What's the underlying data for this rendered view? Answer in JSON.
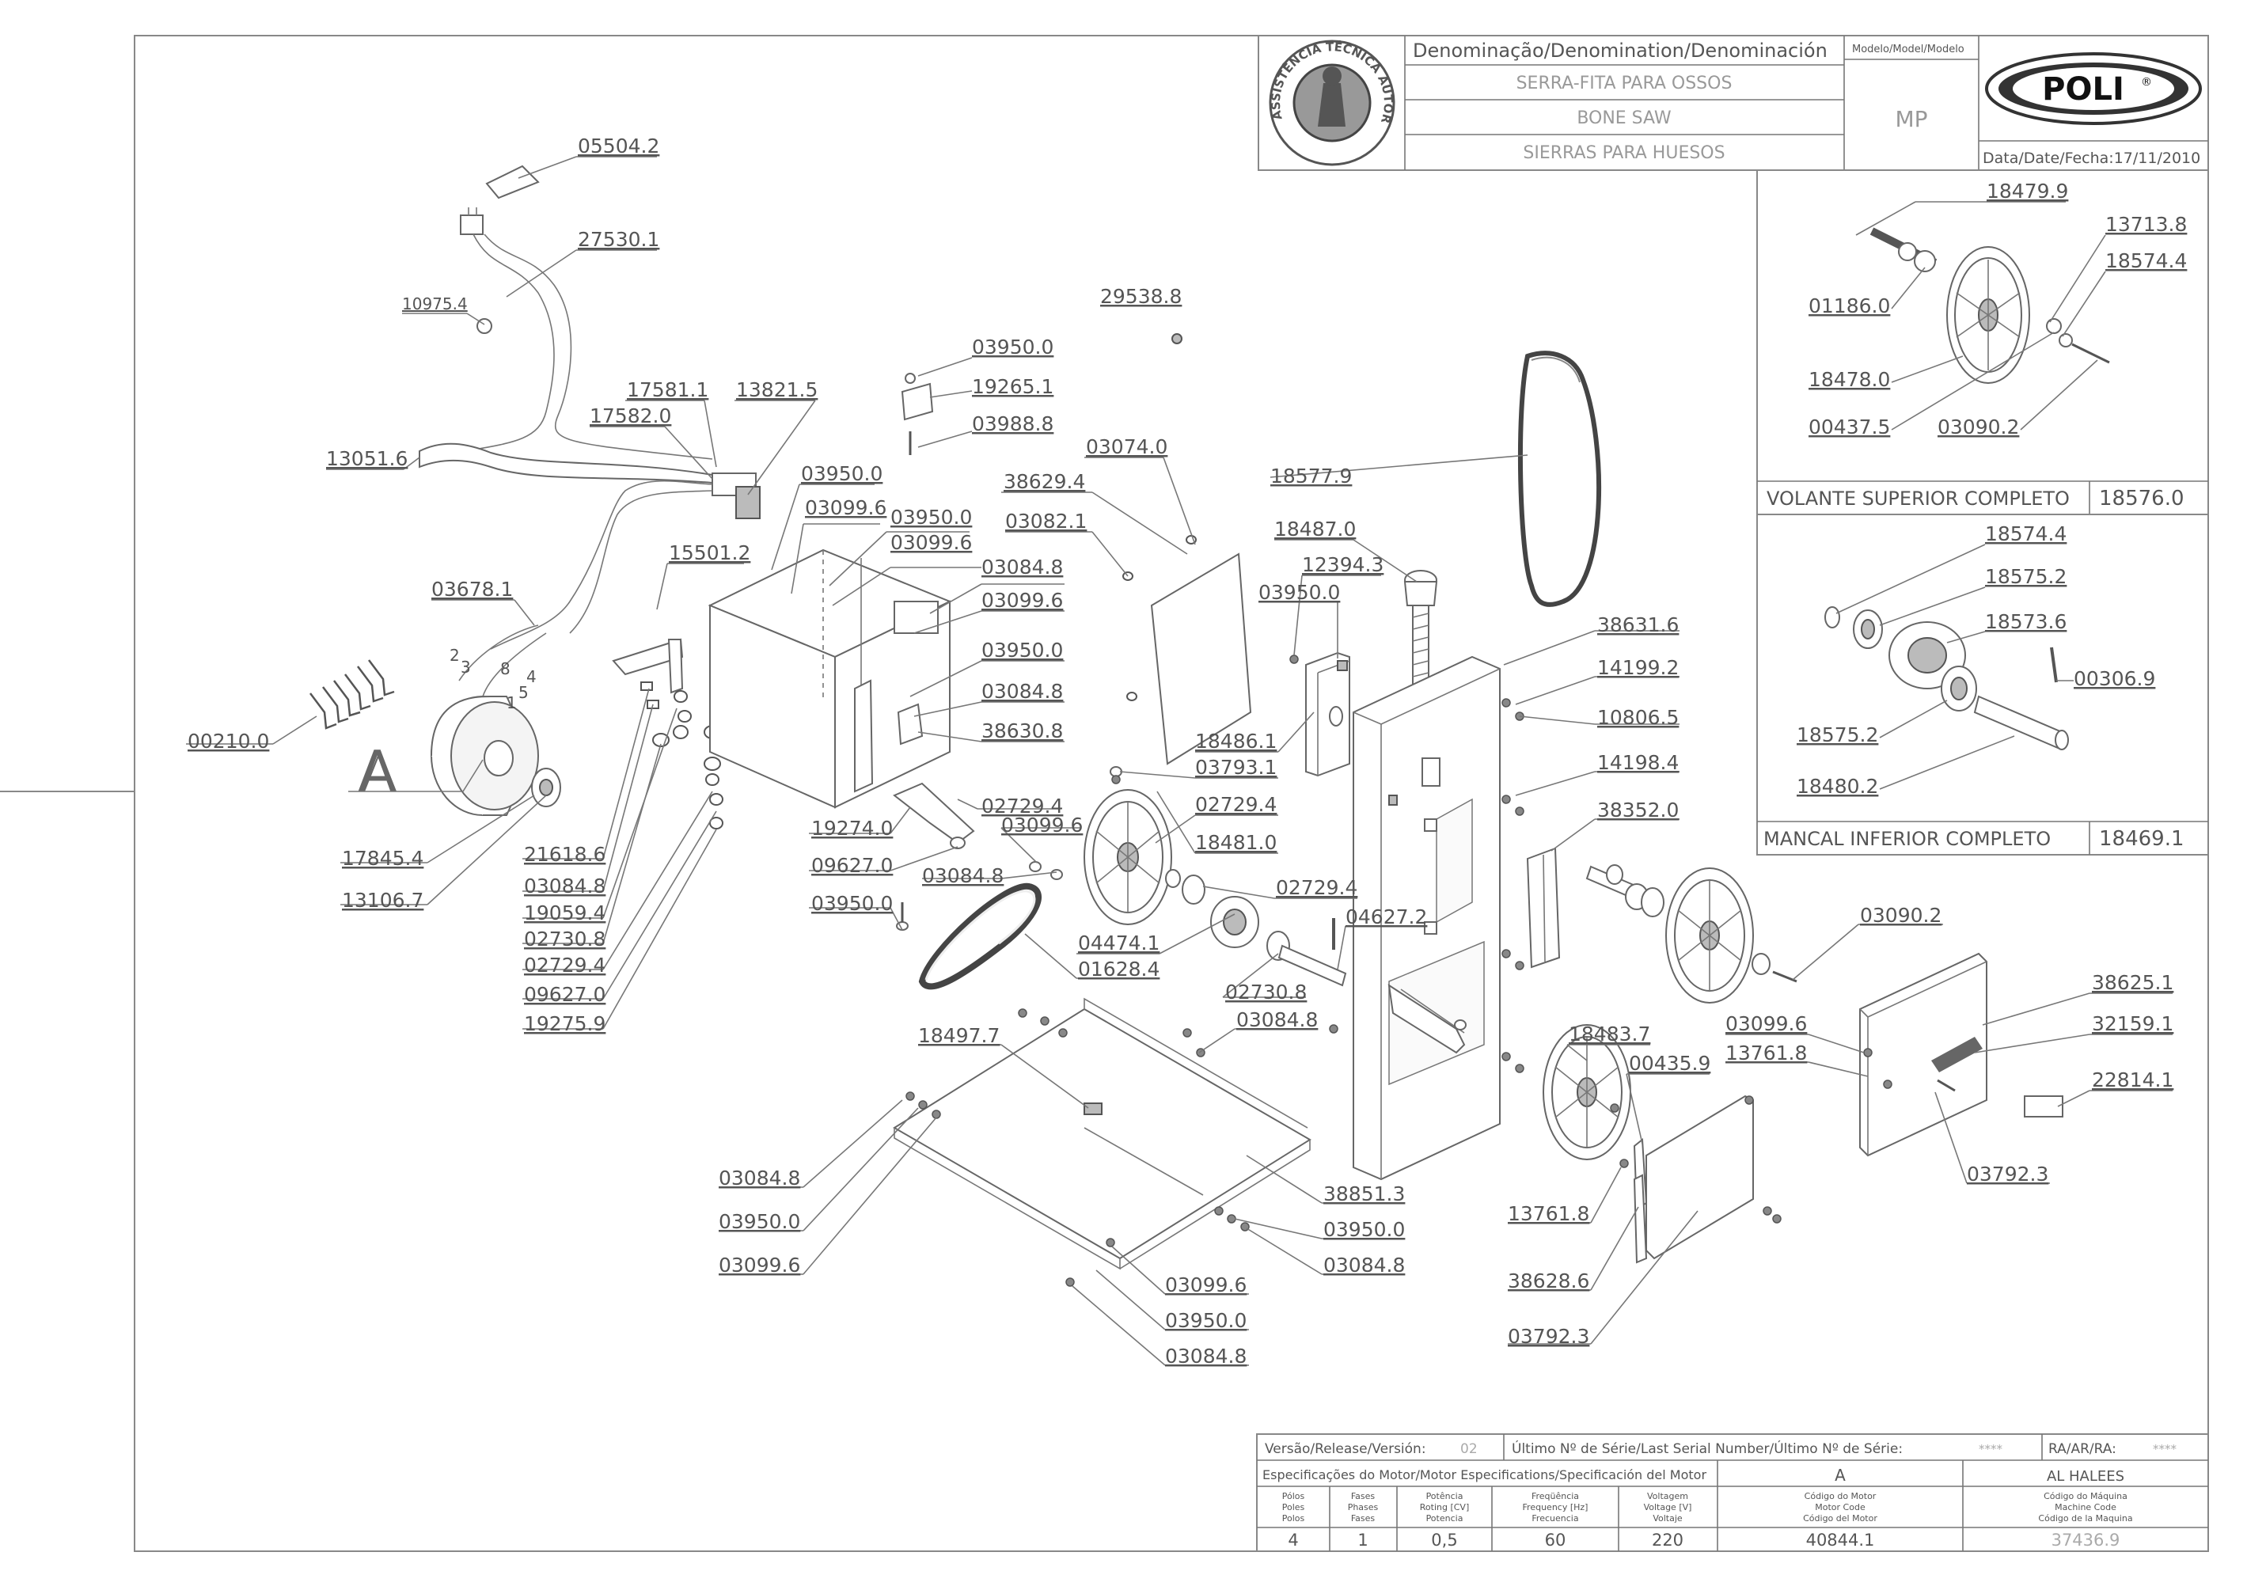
{
  "title_block": {
    "denomination_header": "Denominação/Denomination/Denominación",
    "names": [
      "SERRA-FITA PARA OSSOS",
      "BONE SAW",
      "SIERRAS PARA HUESOS"
    ],
    "model_header": "Modelo/Model/Modelo",
    "model": "MP",
    "brand": "POLI",
    "registered": "®",
    "date": "Data/Date/Fecha:17/11/2010",
    "seal_text": "ASSISTÊNCIA TÉCNICA AUTORIZADA"
  },
  "inset_upper": {
    "labels": [
      "18479.9",
      "13713.8",
      "18574.4",
      "01186.0",
      "18478.0",
      "00437.5",
      "03090.2"
    ],
    "caption": "VOLANTE SUPERIOR COMPLETO",
    "code": "18576.0"
  },
  "inset_lower": {
    "labels": [
      "18574.4",
      "18575.2",
      "18573.6",
      "00306.9",
      "18575.2",
      "18480.2"
    ],
    "caption": "MANCAL INFERIOR COMPLETO",
    "code": "18469.1"
  },
  "callouts": [
    "05504.2",
    "27530.1",
    "10975.4",
    "13051.6",
    "17581.1",
    "13821.5",
    "17582.0",
    "03950.0",
    "19265.1",
    "03988.8",
    "29538.8",
    "03074.0",
    "38629.4",
    "03082.1",
    "03950.0",
    "03099.6",
    "03950.0",
    "03099.6",
    "03084.8",
    "03099.6",
    "03950.0",
    "03084.8",
    "38630.8",
    "15501.2",
    "03678.1",
    "00210.0",
    "A",
    "17845.4",
    "13106.7",
    "21618.6",
    "03084.8",
    "19059.4",
    "02730.8",
    "02729.4",
    "09627.0",
    "19275.9",
    "19274.0",
    "09627.0",
    "03950.0",
    "02729.4",
    "03099.6",
    "03084.8",
    "01628.4",
    "18577.9",
    "18487.0",
    "12394.3",
    "03950.0",
    "18486.1",
    "03793.1",
    "02729.4",
    "18481.0",
    "02729.4",
    "04474.1",
    "02730.8",
    "38631.6",
    "14199.2",
    "10806.5",
    "14198.4",
    "38352.0",
    "04627.2",
    "03090.2",
    "38625.1",
    "32159.1",
    "22814.1",
    "03099.6",
    "13761.8",
    "03792.3",
    "18483.7",
    "00435.9",
    "13761.8",
    "38628.6",
    "03792.3",
    "18497.7",
    "03084.8",
    "03084.8",
    "03950.0",
    "03099.6",
    "38851.3",
    "03950.0",
    "03084.8",
    "03099.6",
    "03950.0",
    "03084.8"
  ],
  "motor_numbers": [
    "2",
    "8",
    "3",
    "4",
    "5",
    "1"
  ],
  "bottom_block": {
    "version_label": "Versão/Release/Versión:",
    "version": "02",
    "serial_label": "Último Nº de Série/Last Serial Number/Último Nº de Série:",
    "serial": "****",
    "ra_label": "RA/AR/RA:",
    "ra": "****",
    "motor_spec_label": "Especificações do Motor/Motor Especifications/Specificación del Motor",
    "variant": "A",
    "customer": "AL HALEES",
    "headers": [
      [
        "Pólos",
        "Poles",
        "Polos"
      ],
      [
        "Fases",
        "Phases",
        "Fases"
      ],
      [
        "Potência",
        "Roting [CV]",
        "Potencia"
      ],
      [
        "Freqüência",
        "Frequency [Hz]",
        "Frecuencia"
      ],
      [
        "Voltagem",
        "Voltage [V]",
        "Voltaje"
      ],
      [
        "Código do Motor",
        "Motor Code",
        "Código del Motor"
      ],
      [
        "Código do Máquina",
        "Machine Code",
        "Código de la Maquina"
      ]
    ],
    "values": [
      "4",
      "1",
      "0,5",
      "60",
      "220",
      "40844.1",
      "37436.9"
    ]
  }
}
